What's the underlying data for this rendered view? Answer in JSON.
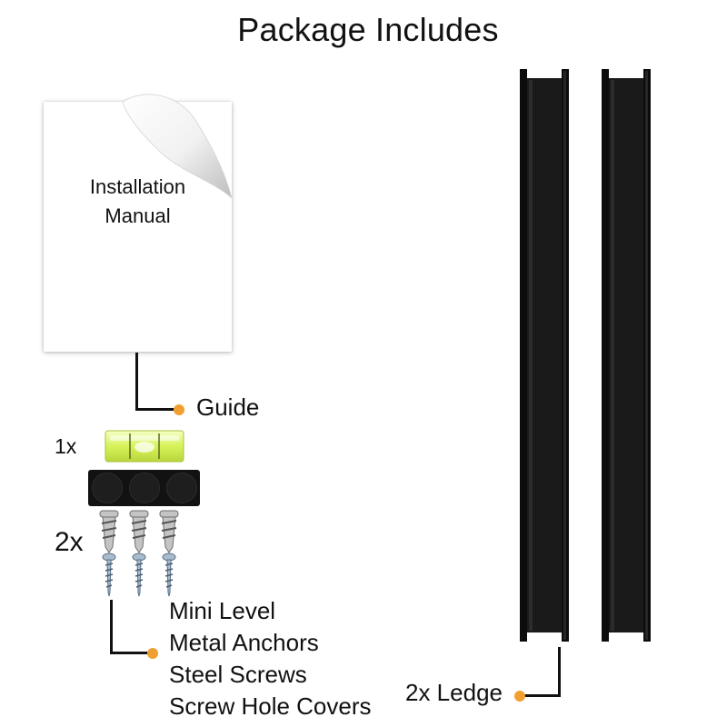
{
  "title": "Package Includes",
  "manual": {
    "line1": "Installation",
    "line2": "Manual"
  },
  "guide_label": "Guide",
  "qty_level": "1x",
  "qty_hardware": "2x",
  "hardware_items": [
    "Mini Level",
    "Metal Anchors",
    "Steel Screws",
    "Screw Hole Covers"
  ],
  "ledge_label": "2x Ledge",
  "colors": {
    "accent_dot": "#F0A030",
    "ledge": "#0C0C0C",
    "level_vial": "#D6F25A"
  }
}
